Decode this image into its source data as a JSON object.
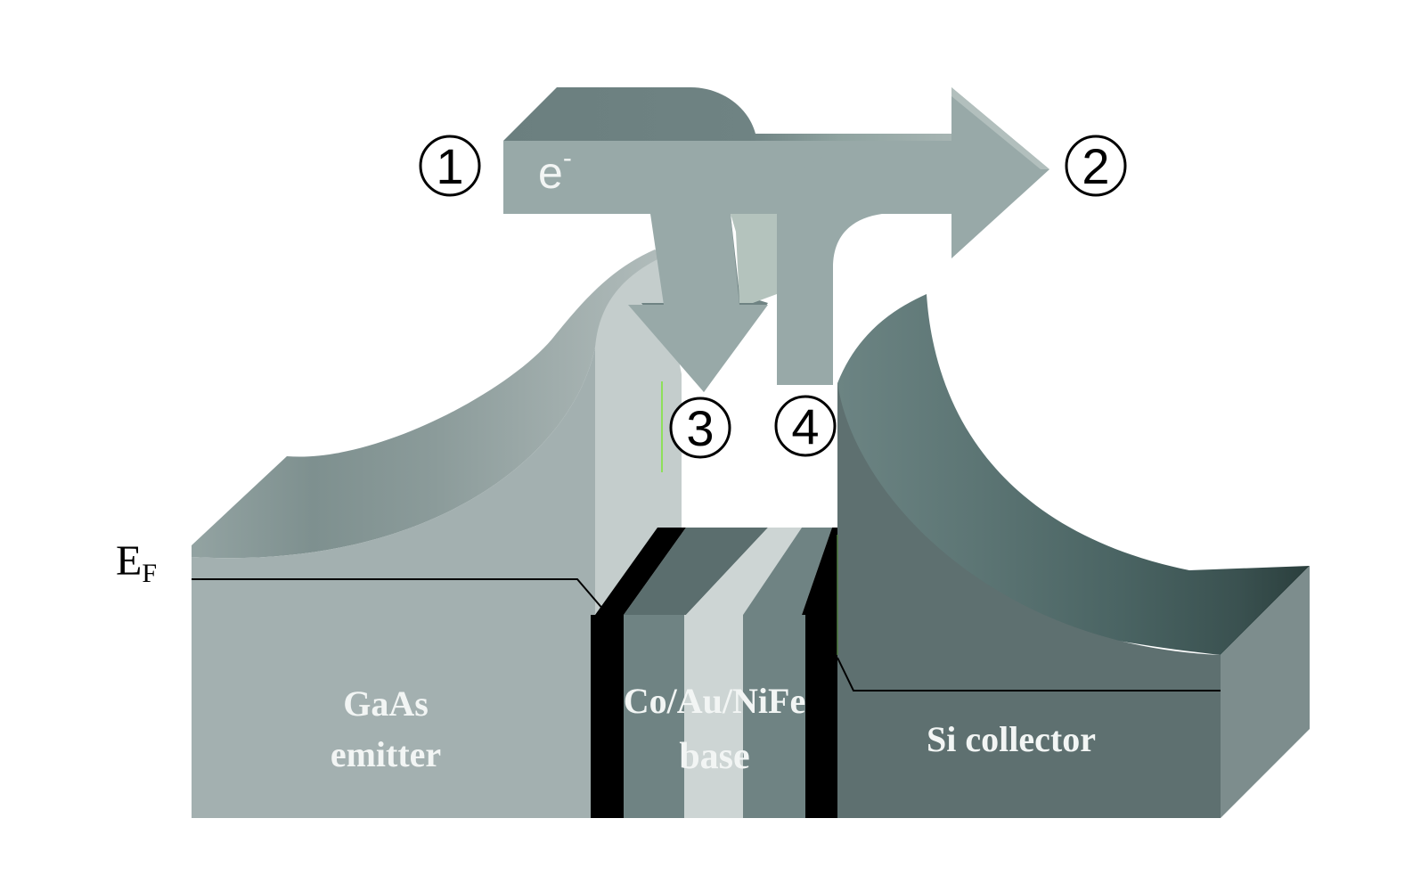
{
  "labels": {
    "ef_main": "E",
    "ef_sub": "F",
    "electron_main": "e",
    "electron_sup": "-",
    "emitter_line1": "GaAs",
    "emitter_line2": "emitter",
    "base_line1": "Co/Au/NiFe",
    "base_line2": "base",
    "collector": "Si collector",
    "step_1": "1",
    "step_2": "2",
    "step_3": "3",
    "step_4": "4"
  },
  "colors": {
    "emitter": "#a3b0b0",
    "emitter_top": "#8d9c9b",
    "barrier": "#c4cdcc",
    "base_dark": "#6f8383",
    "base_light": "#cdd5d4",
    "metal_interface": "#000000",
    "collector": "#5e7070",
    "collector_top": "#4c6463",
    "arrow": "#98a9a8",
    "text_light": "#f2f5f4",
    "fermi_line": "#000000"
  }
}
